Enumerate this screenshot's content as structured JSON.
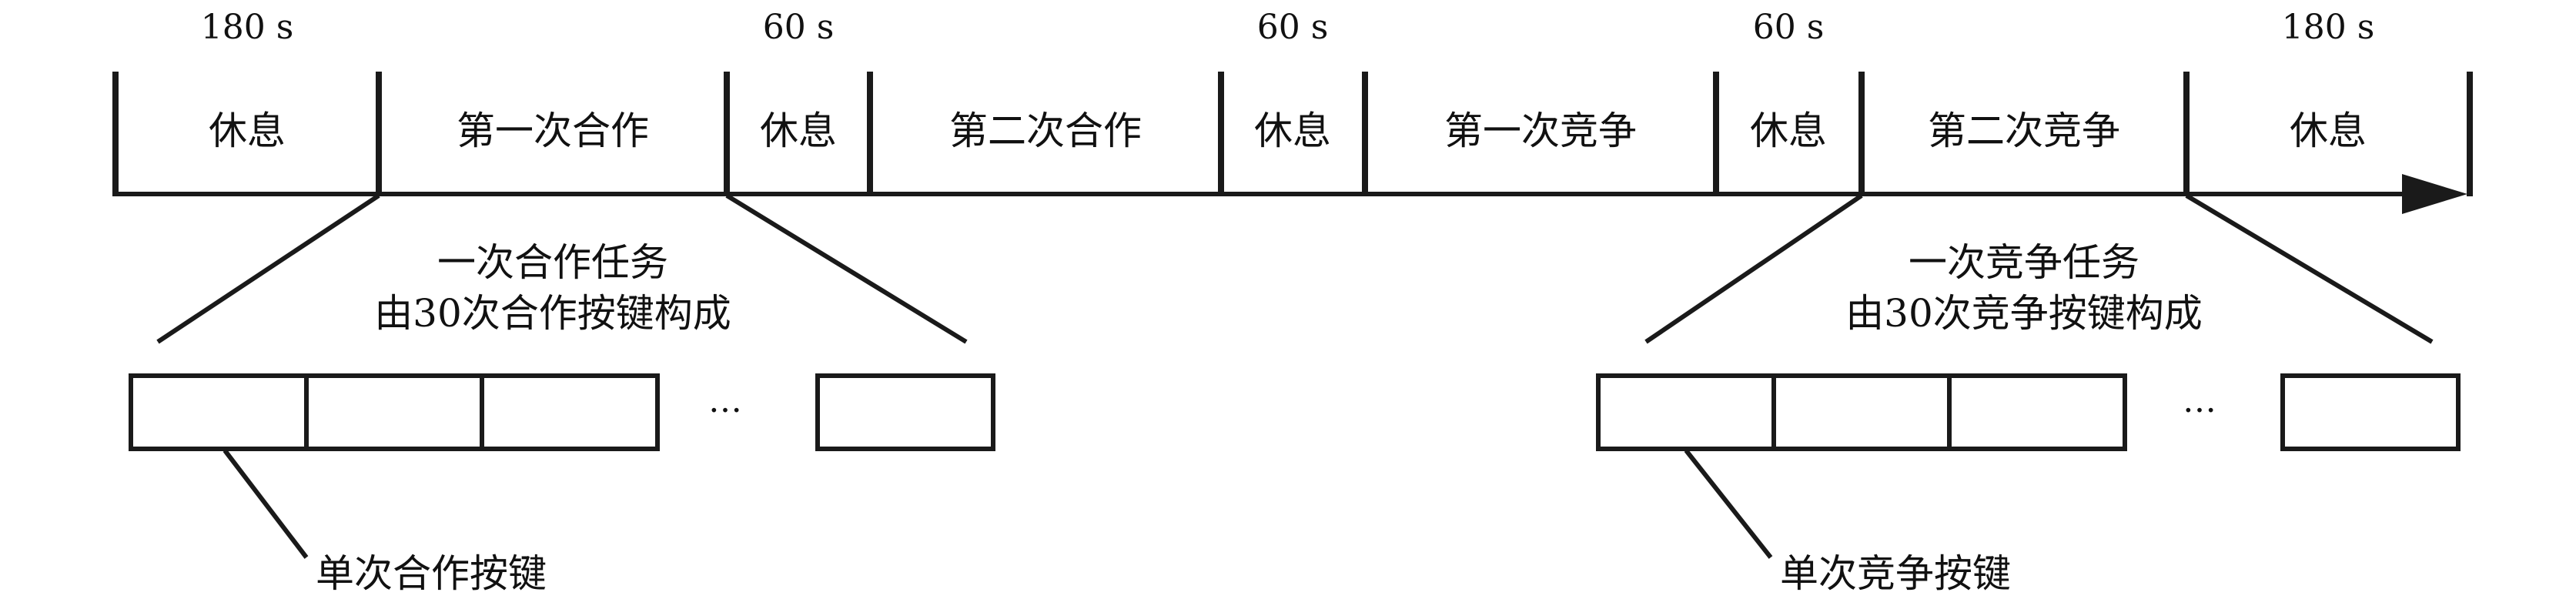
{
  "durations": {
    "rest_start": "180 s",
    "rest_2": "60 s",
    "rest_3": "60 s",
    "rest_4": "60 s",
    "rest_end": "180 s"
  },
  "timeline": {
    "segments": [
      {
        "label": "休息"
      },
      {
        "label": "第一次合作"
      },
      {
        "label": "休息"
      },
      {
        "label": "第二次合作"
      },
      {
        "label": "休息"
      },
      {
        "label": "第一次竞争"
      },
      {
        "label": "休息"
      },
      {
        "label": "第二次竞争"
      },
      {
        "label": "休息"
      }
    ]
  },
  "cooperation": {
    "task_line1": "一次合作任务",
    "task_line2": "由30次合作按键构成",
    "ellipsis": "…",
    "keypress_label": "单次合作按键"
  },
  "competition": {
    "task_line1": "一次竞争任务",
    "task_line2": "由30次竞争按键构成",
    "ellipsis": "…",
    "keypress_label": "单次竞争按键"
  }
}
